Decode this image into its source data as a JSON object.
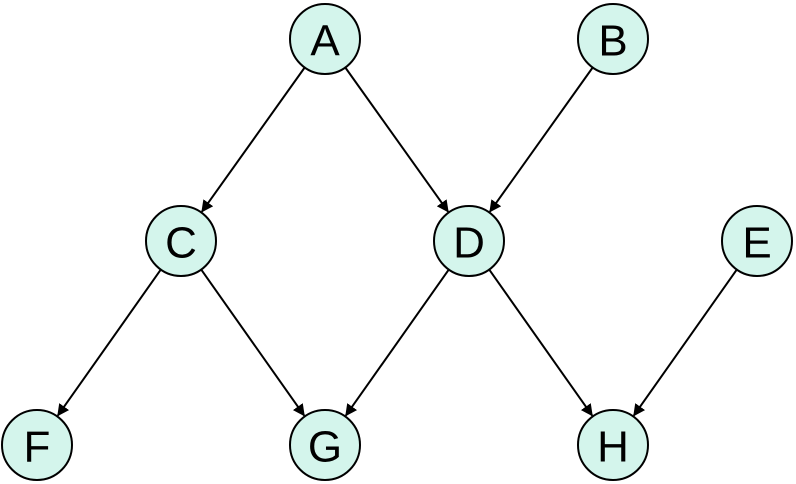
{
  "diagram": {
    "colors": {
      "node_fill": "#d4f5ec",
      "node_stroke": "#000000",
      "edge": "#000000",
      "label": "#000000"
    },
    "nodes": [
      {
        "id": "A",
        "label": "A"
      },
      {
        "id": "B",
        "label": "B"
      },
      {
        "id": "C",
        "label": "C"
      },
      {
        "id": "D",
        "label": "D"
      },
      {
        "id": "E",
        "label": "E"
      },
      {
        "id": "F",
        "label": "F"
      },
      {
        "id": "G",
        "label": "G"
      },
      {
        "id": "H",
        "label": "H"
      }
    ],
    "edges": [
      {
        "from": "A",
        "to": "C"
      },
      {
        "from": "A",
        "to": "D"
      },
      {
        "from": "B",
        "to": "D"
      },
      {
        "from": "C",
        "to": "F"
      },
      {
        "from": "C",
        "to": "G"
      },
      {
        "from": "D",
        "to": "G"
      },
      {
        "from": "D",
        "to": "H"
      },
      {
        "from": "E",
        "to": "H"
      }
    ]
  }
}
